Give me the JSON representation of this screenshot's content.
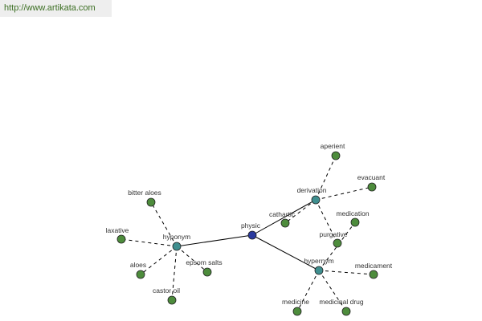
{
  "banner": {
    "url": "http://www.artikata.com"
  },
  "colors": {
    "root": "#2a3a9e",
    "relation": "#3f8f8f",
    "word": "#4d8c3c",
    "node_stroke": "#222222",
    "edge": "#000000",
    "banner_bg": "#eeeeee",
    "banner_text": "#3b6e22"
  },
  "graph": {
    "nodes": [
      {
        "id": "physic",
        "label": "physic",
        "kind": "root"
      },
      {
        "id": "hyponym",
        "label": "hyponym",
        "kind": "relation"
      },
      {
        "id": "derivation",
        "label": "derivation",
        "kind": "relation"
      },
      {
        "id": "hypernym",
        "label": "hypernym",
        "kind": "relation"
      },
      {
        "id": "bitter-aloes",
        "label": "bitter aloes",
        "kind": "word"
      },
      {
        "id": "laxative",
        "label": "laxative",
        "kind": "word"
      },
      {
        "id": "aloes",
        "label": "aloes",
        "kind": "word"
      },
      {
        "id": "epsom-salts",
        "label": "epsom salts",
        "kind": "word"
      },
      {
        "id": "castor-oil",
        "label": "castor oil",
        "kind": "word"
      },
      {
        "id": "aperient",
        "label": "aperient",
        "kind": "word"
      },
      {
        "id": "evacuant",
        "label": "evacuant",
        "kind": "word"
      },
      {
        "id": "cathartic",
        "label": "cathartic",
        "kind": "word"
      },
      {
        "id": "medication",
        "label": "medication",
        "kind": "word"
      },
      {
        "id": "purgative",
        "label": "purgative",
        "kind": "word"
      },
      {
        "id": "medicament",
        "label": "medicament",
        "kind": "word"
      },
      {
        "id": "medicine",
        "label": "medicine",
        "kind": "word"
      },
      {
        "id": "medicinal-drug",
        "label": "medicinal drug",
        "kind": "word"
      }
    ],
    "edges": [
      {
        "from": "physic",
        "to": "hyponym",
        "style": "solid"
      },
      {
        "from": "physic",
        "to": "derivation",
        "style": "solid"
      },
      {
        "from": "physic",
        "to": "hypernym",
        "style": "solid"
      },
      {
        "from": "hyponym",
        "to": "bitter-aloes",
        "style": "dashed"
      },
      {
        "from": "hyponym",
        "to": "laxative",
        "style": "dashed"
      },
      {
        "from": "hyponym",
        "to": "aloes",
        "style": "dashed"
      },
      {
        "from": "hyponym",
        "to": "epsom-salts",
        "style": "dashed"
      },
      {
        "from": "hyponym",
        "to": "castor-oil",
        "style": "dashed"
      },
      {
        "from": "derivation",
        "to": "aperient",
        "style": "dashed"
      },
      {
        "from": "derivation",
        "to": "evacuant",
        "style": "dashed"
      },
      {
        "from": "derivation",
        "to": "cathartic",
        "style": "dashed"
      },
      {
        "from": "derivation",
        "to": "purgative",
        "style": "dashed"
      },
      {
        "from": "hypernym",
        "to": "medication",
        "style": "dashed"
      },
      {
        "from": "hypernym",
        "to": "medicament",
        "style": "dashed"
      },
      {
        "from": "hypernym",
        "to": "medicine",
        "style": "dashed"
      },
      {
        "from": "hypernym",
        "to": "medicinal-drug",
        "style": "dashed"
      }
    ]
  }
}
